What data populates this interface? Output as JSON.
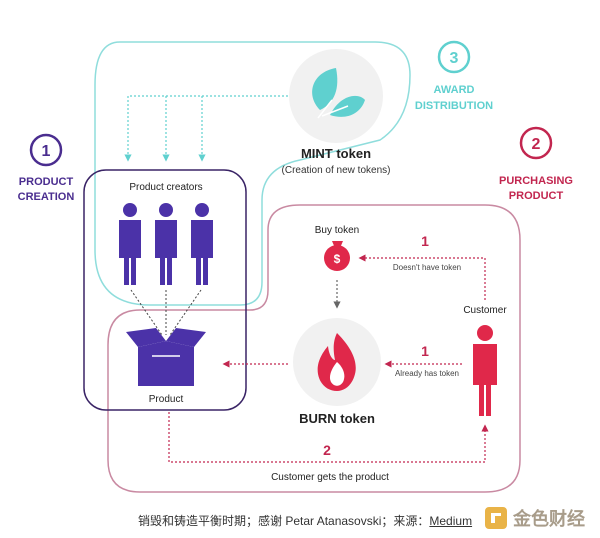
{
  "steps": {
    "product_creation": {
      "number": "1",
      "line1": "PRODUCT",
      "line2": "CREATION",
      "color": "#4a2d8f"
    },
    "award_distribution": {
      "number": "3",
      "line1": "AWARD",
      "line2": "DISTRIBUTION",
      "color": "#5fd0cf"
    },
    "purchasing_product": {
      "number": "2",
      "line1": "PURCHASING",
      "line2": "PRODUCT",
      "color": "#c2264f"
    }
  },
  "nodes": {
    "mint": {
      "title": "MINT token",
      "subtitle": "(Creation of new tokens)"
    },
    "product_creators": {
      "label": "Product creators"
    },
    "product": {
      "label": "Product"
    },
    "buy_token": {
      "label": "Buy token"
    },
    "burn": {
      "title": "BURN token"
    },
    "customer": {
      "label": "Customer"
    }
  },
  "edges": {
    "doesnt_have": {
      "number": "1",
      "label": "Doesn't have token"
    },
    "already_has": {
      "number": "1",
      "label": "Already has token"
    },
    "gets_product": {
      "number": "2",
      "label": "Customer gets the product"
    }
  },
  "colors": {
    "purple": "#4a2d8f",
    "teal": "#5fd0cf",
    "crimson": "#c2264f",
    "red": "#e0284a",
    "gray": "#888888"
  },
  "caption": {
    "text": "销毁和铸造平衡时期；感谢 Petar Atanasovski；来源：",
    "link": "Medium"
  },
  "logo": {
    "text": "金色财经"
  }
}
